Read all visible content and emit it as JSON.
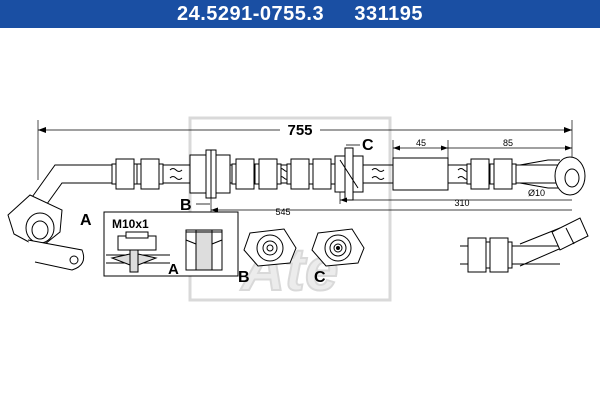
{
  "header": {
    "part_number": "24.5291-0755.3",
    "ref_number": "331195",
    "background": "#1a4fa3"
  },
  "dimensions": {
    "overall_length": "755",
    "section_b_to_end": "545",
    "section_c_to_end": "310",
    "sleeve_length": "45",
    "end_length": "85",
    "eye_diameter": "Ø10"
  },
  "labels": {
    "a": "A",
    "b": "B",
    "c": "C",
    "thread": "M10x1"
  },
  "watermark": {
    "logo": "ATE"
  },
  "colors": {
    "line": "#000000",
    "watermark": "#d9d9d9"
  }
}
